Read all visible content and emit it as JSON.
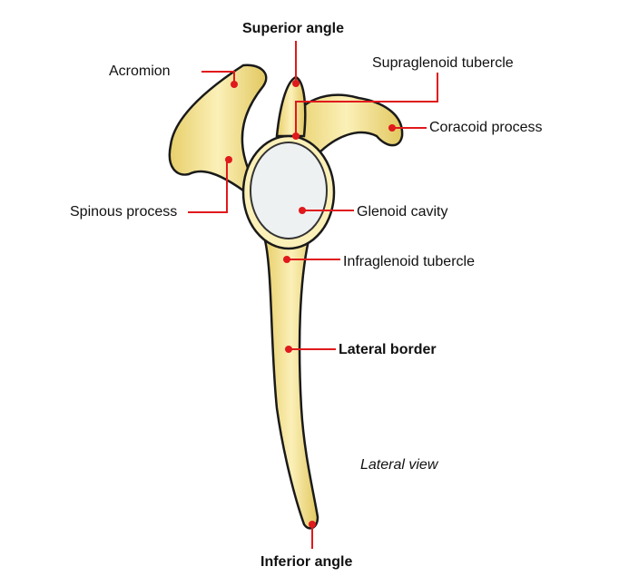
{
  "labels": {
    "superior_angle": "Superior angle",
    "acromion": "Acromion",
    "supraglenoid_tubercle": "Supraglenoid tubercle",
    "coracoid_process": "Coracoid process",
    "spinous_process": "Spinous process",
    "glenoid_cavity": "Glenoid cavity",
    "infraglenoid_tubercle": "Infraglenoid tubercle",
    "lateral_border": "Lateral border",
    "lateral_view": "Lateral view",
    "inferior_angle": "Inferior angle"
  },
  "colors": {
    "bone": "#f3e39a",
    "bone_shade": "#d9c15a",
    "leader": "#e0191c",
    "outline": "#1a1a1a",
    "glenoid": "#eef1f2"
  }
}
